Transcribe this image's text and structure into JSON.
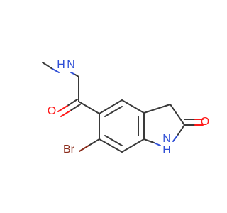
{
  "molecule": {
    "atom_labels": {
      "amide_nh": "H",
      "amide_n": "N",
      "carbonyl_o": "O",
      "lactam_o": "O",
      "bromo": "Br",
      "ring_n": "N",
      "ring_h": "H"
    },
    "colors": {
      "carbon_bonds": "#3a3a3a",
      "nitrogen": "#2f4fd6",
      "oxygen": "#ff1a1a",
      "bromine": "#8a2b1a",
      "background": "#ffffff"
    }
  }
}
